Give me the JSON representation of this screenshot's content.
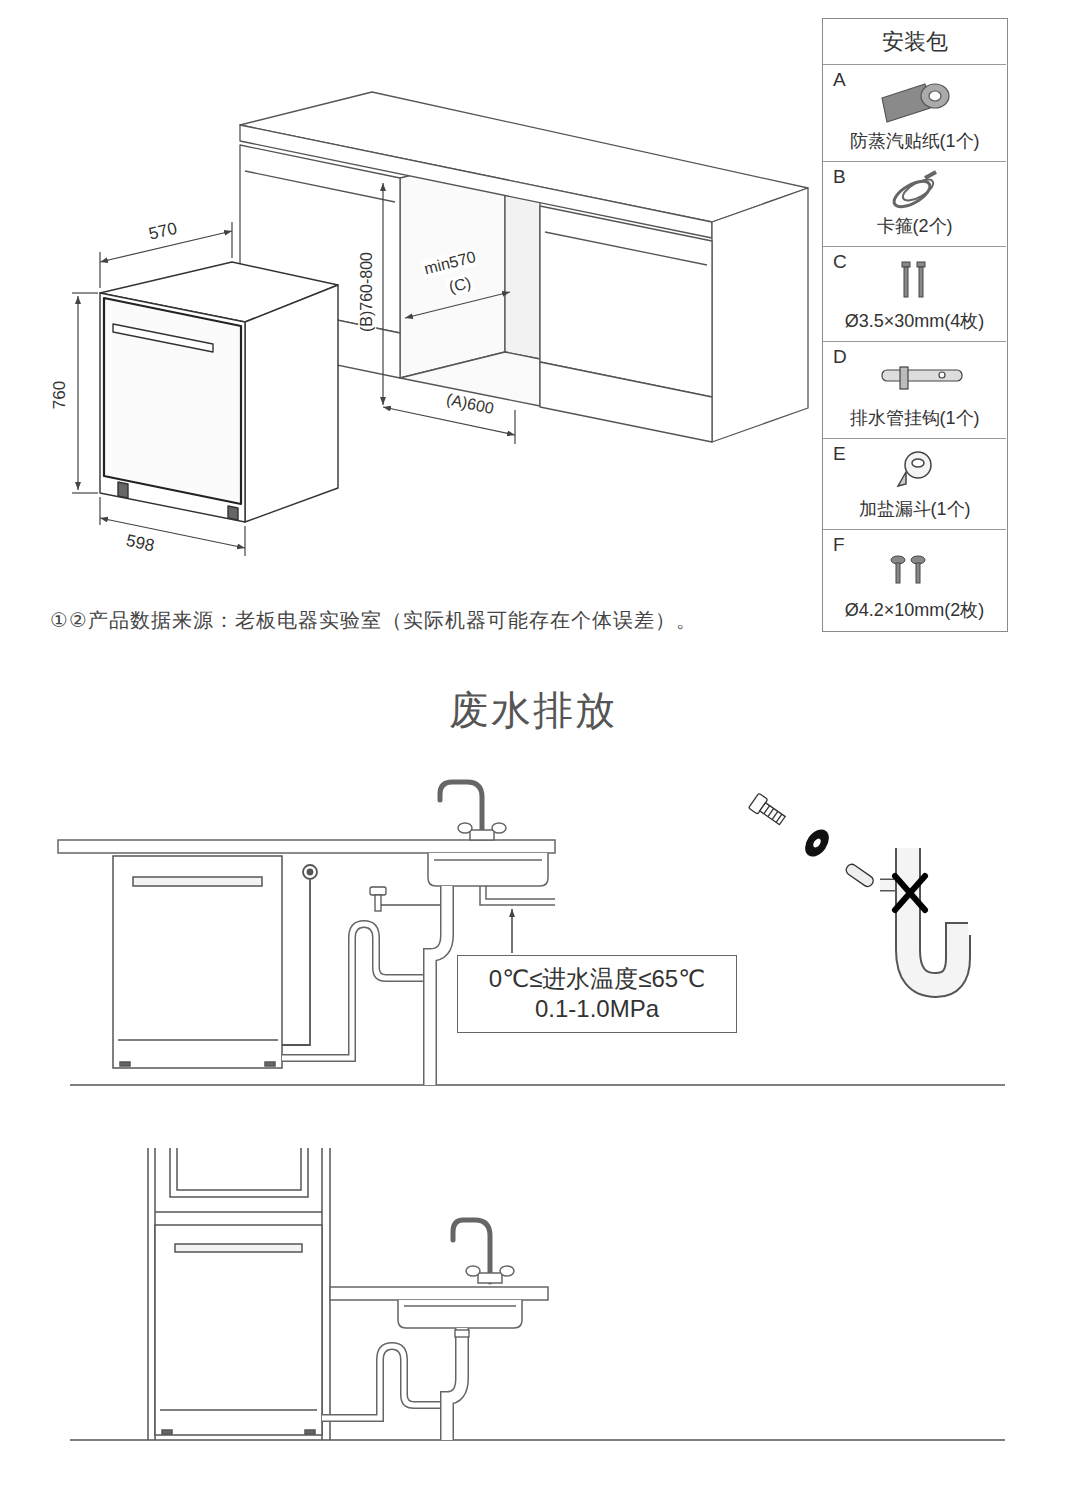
{
  "diagram": {
    "title": "废水排放",
    "caption": "①②产品数据来源：老板电器实验室（实际机器可能存在个体误差）。",
    "nodes": [
      {
        "text": [
          "安装包"
        ]
      },
      {
        "text": [
          "A",
          "防蒸汽贴纸(1个)"
        ],
        "in": 0
      },
      {
        "text": [
          "B",
          "卡箍(2个)"
        ],
        "in": 0
      },
      {
        "text": [
          "C",
          "Ø3.5×30mm(4枚)"
        ],
        "in": 0
      },
      {
        "text": [
          "D",
          "排水管挂钩(1个)"
        ],
        "in": 0
      },
      {
        "text": [
          "E",
          "加盐漏斗(1个)"
        ],
        "in": 0
      },
      {
        "text": [
          "F",
          "Ø4.2×10mm(2枚)"
        ],
        "in": 0
      },
      {
        "text": [
          "0℃≤进水温度≤65℃",
          "0.1-1.0MPa"
        ]
      }
    ],
    "labels": [
      "570",
      "760",
      "598",
      "(B)760-800",
      "min570",
      "(C)",
      "(A)600"
    ]
  }
}
